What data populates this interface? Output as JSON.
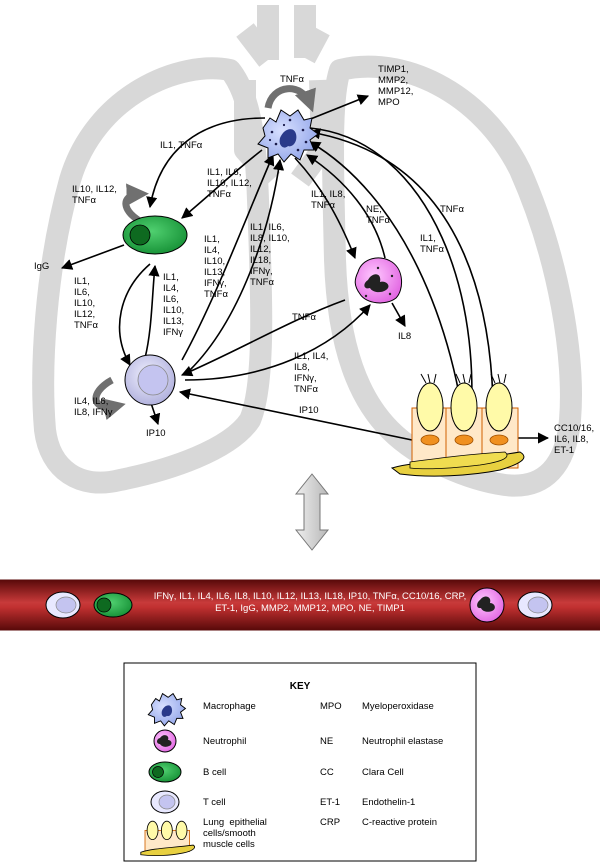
{
  "diagram": {
    "macrophage_labels": {
      "top": "TNFα",
      "products": "TIMP1,\nMMP2,\nMMP12,\nMPO"
    },
    "edges": {
      "mac_to_bcell": "IL1, TNFα",
      "bcell_self": "IL10, IL12,\nTNFα",
      "mac_to_bcell_2": "IL1, IL6,\nIL10, IL12,\nTNFα",
      "bcell_to_igg": "IgG",
      "bcell_to_tcell": "IL1,\nIL6,\nIL10,\nIL12,\nTNFα",
      "tcell_to_bcell": "IL1,\nIL4,\nIL6,\nIL10,\nIL13,\nIFNγ",
      "tcell_to_mac_a": "IL1,\nIL4,\nIL10,\nIL13,\nIFNγ,\nTNFα",
      "tcell_to_mac_b": "IL1, IL6,\nIL8, IL10,\nIL12,\nIL18,\nIFNγ,\nTNFα",
      "mac_to_neut": "IL1, IL8,\nTNFα",
      "neut_to_mac": "NE,\nTNFα",
      "epi_to_mac_a": "IL1,\nTNFα",
      "epi_to_mac_b": "TNFα",
      "neut_to_tcell": "TNFα",
      "neut_out": "IL8",
      "tcell_to_neut": "IL1, IL4,\nIL8,\nIFNγ,\nTNFα",
      "tcell_self": "IL4, IL6,\nIL8, IFNγ",
      "tcell_out": "IP10",
      "epi_to_tcell": "IP10",
      "epi_out": "CC10/16,\nIL6, IL8,\nET-1"
    },
    "vessel_text": "IFNγ, IL1, IL4, IL6, IL8, IL10, IL12, IL13, IL18, IP10, TNFα, CC10/16, CRP, ET-1, IgG, MMP2, MMP12, MPO, NE, TIMP1"
  },
  "key": {
    "title": "KEY",
    "cells": [
      "Macrophage",
      "Neutrophil",
      "B cell",
      "T cell",
      "Lung  epithelial\ncells/smooth\nmuscle cells"
    ],
    "abbreviations": [
      {
        "abbr": "MPO",
        "full": "Myeloperoxidase"
      },
      {
        "abbr": "NE",
        "full": "Neutrophil elastase"
      },
      {
        "abbr": "CC",
        "full": "Clara Cell"
      },
      {
        "abbr": "ET-1",
        "full": "Endothelin-1"
      },
      {
        "abbr": "CRP",
        "full": "C-reactive protein"
      }
    ]
  },
  "colors": {
    "lung_outline": "#d8d8d8",
    "macrophage": "#a8b8f0",
    "neutrophil": "#f078f0",
    "bcell": "#22b04a",
    "tcell": "#c8c8f0",
    "epithelial": "#fff8b0",
    "muscle": "#e8d040",
    "vessel": "#9b1b1b",
    "double_arrow": "#c8c8c8"
  }
}
